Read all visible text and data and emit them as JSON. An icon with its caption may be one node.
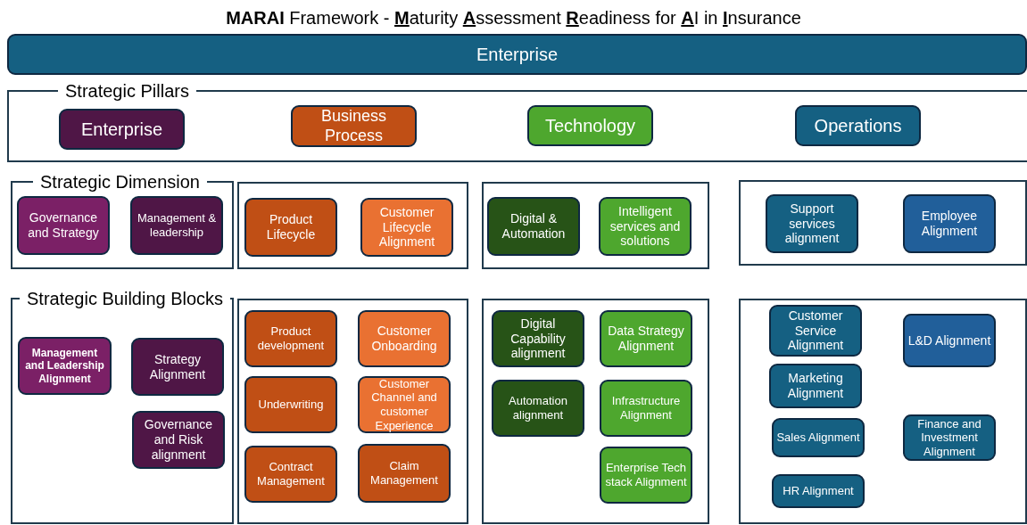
{
  "diagram": {
    "title": "**MARAI** Framework  -  **M**aturity **A**ssessment **R**eadiness for **A**I in **I**nsurance",
    "nodes": [
      {
        "text": [
          "Enterprise"
        ]
      },
      {
        "text": [
          "Strategic Pillars"
        ]
      },
      {
        "text": [
          "Enterprise"
        ],
        "in": 1
      },
      {
        "text": [
          "Business Process"
        ],
        "in": 1
      },
      {
        "text": [
          "Technology"
        ],
        "in": 1
      },
      {
        "text": [
          "Operations"
        ],
        "in": 1
      },
      {
        "text": [
          "Strategic Dimension"
        ]
      },
      {
        "text": [
          "Governance and Strategy"
        ],
        "in": 6
      },
      {
        "text": [
          "Management & leadership"
        ],
        "in": 6
      },
      {
        "text": [],
        "shape": "box"
      },
      {
        "text": [
          "Product Lifecycle"
        ],
        "in": 9
      },
      {
        "text": [
          "Customer Lifecycle Alignment"
        ],
        "in": 9
      },
      {
        "text": [],
        "shape": "box"
      },
      {
        "text": [
          "Digital & Automation"
        ],
        "in": 12
      },
      {
        "text": [
          "Intelligent services and solutions"
        ],
        "in": 12
      },
      {
        "text": [],
        "shape": "box"
      },
      {
        "text": [
          "Support services alignment"
        ],
        "in": 15
      },
      {
        "text": [
          "Employee Alignment"
        ],
        "in": 15
      },
      {
        "text": [
          "Strategic Building Blocks"
        ]
      },
      {
        "text": [
          "Management and Leadership Alignment"
        ],
        "in": 18
      },
      {
        "text": [
          "Strategy Alignment"
        ],
        "in": 18
      },
      {
        "text": [
          "Governance and Risk alignment"
        ],
        "in": 18
      },
      {
        "text": [],
        "shape": "box"
      },
      {
        "text": [
          "Product development"
        ],
        "in": 22
      },
      {
        "text": [
          "Customer Onboarding"
        ],
        "in": 22
      },
      {
        "text": [
          "Underwriting"
        ],
        "in": 22
      },
      {
        "text": [
          "Customer Channel and customer Experience"
        ],
        "in": 22
      },
      {
        "text": [
          "Contract Management"
        ],
        "in": 22
      },
      {
        "text": [
          "Claim Management"
        ],
        "in": 22
      },
      {
        "text": [],
        "shape": "box"
      },
      {
        "text": [
          "Digital Capability alignment"
        ],
        "in": 29
      },
      {
        "text": [
          "Data Strategy Alignment"
        ],
        "in": 29
      },
      {
        "text": [
          "Automation alignment"
        ],
        "in": 29
      },
      {
        "text": [
          "Infrastructure Alignment"
        ],
        "in": 29
      },
      {
        "text": [
          "Enterprise Tech stack Alignment"
        ],
        "in": 29
      },
      {
        "text": [],
        "shape": "box"
      },
      {
        "text": [
          "Customer Service Alignment"
        ],
        "in": 35
      },
      {
        "text": [
          "L&D Alignment"
        ],
        "in": 35
      },
      {
        "text": [
          "Marketing Alignment"
        ],
        "in": 35
      },
      {
        "text": [
          "Sales Alignment"
        ],
        "in": 35
      },
      {
        "text": [
          "Finance and Investment Alignment"
        ],
        "in": 35
      },
      {
        "text": [
          "HR Alignment"
        ],
        "in": 35
      }
    ]
  }
}
